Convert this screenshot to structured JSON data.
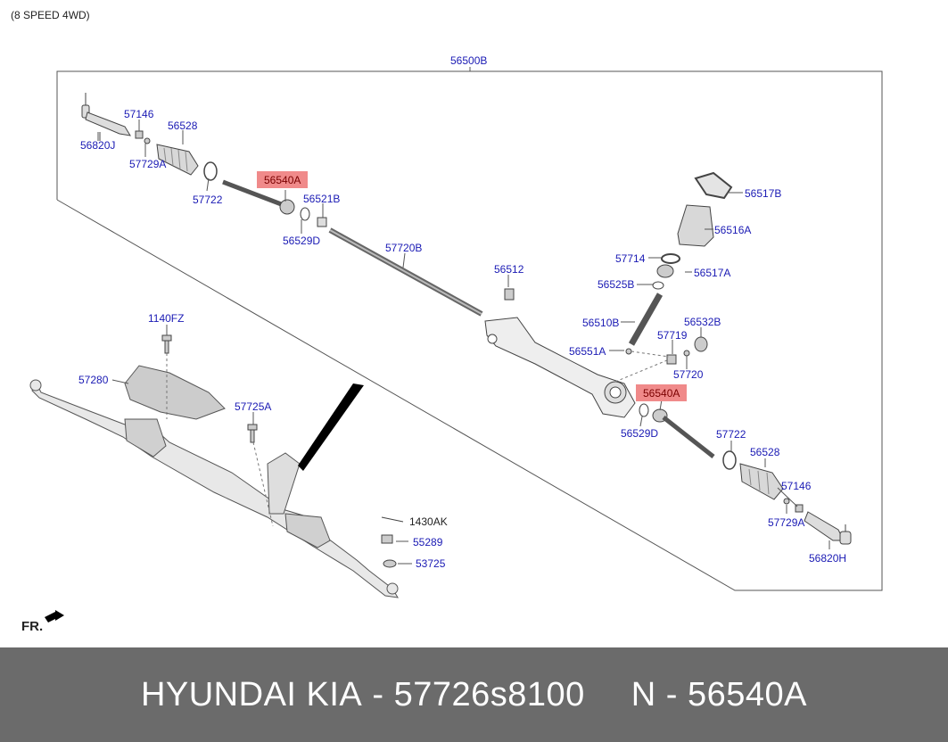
{
  "diagram": {
    "subtitle": "(8 SPEED 4WD)",
    "orientation_label": "FR.",
    "callouts": [
      {
        "id": "56500B",
        "style": "normal"
      },
      {
        "id": "57146",
        "style": "normal"
      },
      {
        "id": "56528",
        "style": "normal"
      },
      {
        "id": "56820J",
        "style": "normal"
      },
      {
        "id": "57729A",
        "style": "normal"
      },
      {
        "id": "57722",
        "style": "normal"
      },
      {
        "id": "56540A",
        "style": "highlight"
      },
      {
        "id": "56521B",
        "style": "normal"
      },
      {
        "id": "56529D",
        "style": "normal"
      },
      {
        "id": "57720B",
        "style": "normal"
      },
      {
        "id": "56517B",
        "style": "normal"
      },
      {
        "id": "56516A",
        "style": "normal"
      },
      {
        "id": "57714",
        "style": "normal"
      },
      {
        "id": "56517A",
        "style": "normal"
      },
      {
        "id": "56525B",
        "style": "normal"
      },
      {
        "id": "56512",
        "style": "normal"
      },
      {
        "id": "56510B",
        "style": "normal"
      },
      {
        "id": "56532B",
        "style": "normal"
      },
      {
        "id": "57719",
        "style": "normal"
      },
      {
        "id": "56551A",
        "style": "normal"
      },
      {
        "id": "57720",
        "style": "normal"
      },
      {
        "id": "56540A",
        "style": "highlight"
      },
      {
        "id": "56529D",
        "style": "normal"
      },
      {
        "id": "57722",
        "style": "normal"
      },
      {
        "id": "56528",
        "style": "normal"
      },
      {
        "id": "57146",
        "style": "normal"
      },
      {
        "id": "57729A",
        "style": "normal"
      },
      {
        "id": "56820H",
        "style": "normal"
      },
      {
        "id": "1140FZ",
        "style": "normal"
      },
      {
        "id": "57280",
        "style": "normal"
      },
      {
        "id": "57725A",
        "style": "normal"
      },
      {
        "id": "1430AK",
        "style": "dark"
      },
      {
        "id": "55289",
        "style": "normal"
      },
      {
        "id": "53725",
        "style": "normal"
      }
    ]
  },
  "footer": {
    "brand": "HYUNDAI KIA",
    "part_number": "57726s8100",
    "ref_prefix": "N",
    "ref_number": "56540A"
  },
  "colors": {
    "callout_text": "#1a1ab4",
    "highlight_bg": "#f08a8a",
    "footer_bg": "#6b6b6b"
  }
}
